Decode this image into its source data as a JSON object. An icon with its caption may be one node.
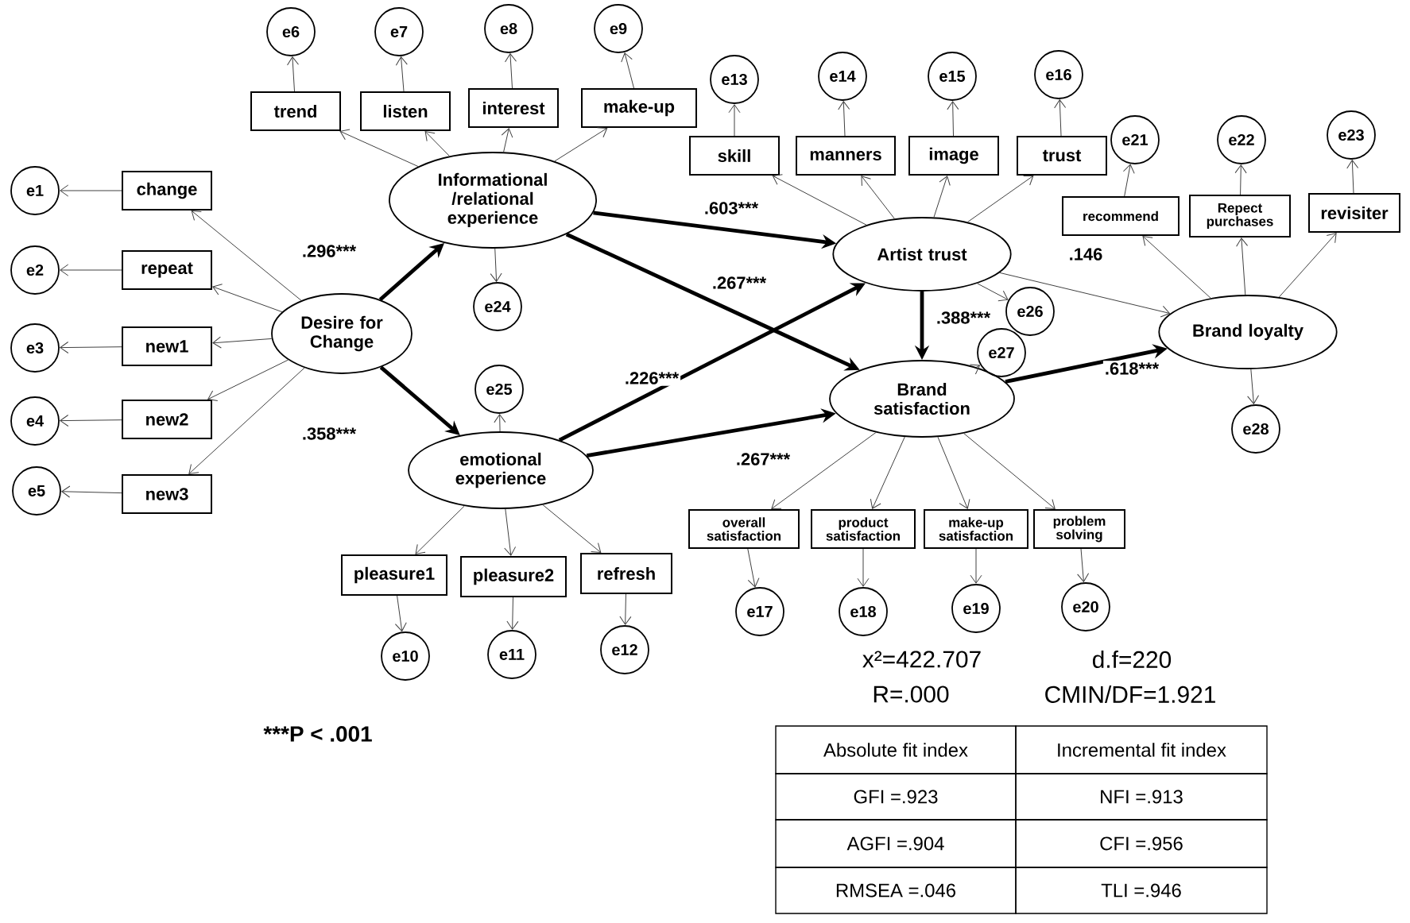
{
  "diagram": {
    "nodes": [
      {
        "text": [
          "Desire for Change"
        ]
      },
      {
        "text": [
          "Informational /relational experience"
        ]
      },
      {
        "text": [
          "emotional experience"
        ]
      },
      {
        "text": [
          "Artist trust"
        ]
      },
      {
        "text": [
          "Brand satisfaction"
        ]
      },
      {
        "text": [
          "Brand loyalty"
        ]
      },
      {
        "text": [
          "change"
        ]
      },
      {
        "text": [
          "repeat"
        ]
      },
      {
        "text": [
          "new1"
        ]
      },
      {
        "text": [
          "new2"
        ]
      },
      {
        "text": [
          "new3"
        ]
      },
      {
        "text": [
          "trend"
        ]
      },
      {
        "text": [
          "listen"
        ]
      },
      {
        "text": [
          "interest"
        ]
      },
      {
        "text": [
          "make-up"
        ]
      },
      {
        "text": [
          "skill"
        ]
      },
      {
        "text": [
          "manners"
        ]
      },
      {
        "text": [
          "image"
        ]
      },
      {
        "text": [
          "trust"
        ]
      },
      {
        "text": [
          "recommend"
        ]
      },
      {
        "text": [
          "Repect purchases"
        ]
      },
      {
        "text": [
          "revisiter"
        ]
      },
      {
        "text": [
          "pleasure1"
        ]
      },
      {
        "text": [
          "pleasure2"
        ]
      },
      {
        "text": [
          "refresh"
        ]
      },
      {
        "text": [
          "overall satisfaction"
        ]
      },
      {
        "text": [
          "product satisfaction"
        ]
      },
      {
        "text": [
          "make-up satisfaction"
        ]
      },
      {
        "text": [
          "problem solving"
        ]
      },
      {
        "text": [
          "e1"
        ]
      },
      {
        "text": [
          "e2"
        ]
      },
      {
        "text": [
          "e3"
        ]
      },
      {
        "text": [
          "e4"
        ]
      },
      {
        "text": [
          "e5"
        ]
      },
      {
        "text": [
          "e6"
        ]
      },
      {
        "text": [
          "e7"
        ]
      },
      {
        "text": [
          "e8"
        ]
      },
      {
        "text": [
          "e9"
        ]
      },
      {
        "text": [
          "e10"
        ]
      },
      {
        "text": [
          "e11"
        ]
      },
      {
        "text": [
          "e12"
        ]
      },
      {
        "text": [
          "e13"
        ]
      },
      {
        "text": [
          "e14"
        ]
      },
      {
        "text": [
          "e15"
        ]
      },
      {
        "text": [
          "e16"
        ]
      },
      {
        "text": [
          "e17"
        ]
      },
      {
        "text": [
          "e18"
        ]
      },
      {
        "text": [
          "e19"
        ]
      },
      {
        "text": [
          "e20"
        ]
      },
      {
        "text": [
          "e21"
        ]
      },
      {
        "text": [
          "e22"
        ]
      },
      {
        "text": [
          "e23"
        ]
      },
      {
        "text": [
          "e24"
        ]
      },
      {
        "text": [
          "e25"
        ]
      },
      {
        "text": [
          "e26"
        ]
      },
      {
        "text": [
          "e27"
        ]
      },
      {
        "text": [
          "e28"
        ]
      }
    ],
    "edges": [
      {
        "from": 0,
        "to": 1,
        "arrow": "to",
        "label": ".296***",
        "style": "thick"
      },
      {
        "from": 0,
        "to": 2,
        "arrow": "to",
        "label": ".358***",
        "style": "thick"
      },
      {
        "from": 1,
        "to": 3,
        "arrow": "to",
        "label": ".603***",
        "style": "thick"
      },
      {
        "from": 1,
        "to": 4,
        "arrow": "to",
        "label": ".267***",
        "style": "thick"
      },
      {
        "from": 2,
        "to": 3,
        "arrow": "to",
        "label": ".226***",
        "style": "thick"
      },
      {
        "from": 2,
        "to": 4,
        "arrow": "to",
        "label": ".267***",
        "style": "thick"
      },
      {
        "from": 3,
        "to": 4,
        "arrow": "to",
        "label": ".388***",
        "style": "thick"
      },
      {
        "from": 3,
        "to": 5,
        "arrow": "to",
        "label": ".146"
      },
      {
        "from": 4,
        "to": 5,
        "arrow": "to",
        "label": ".618***",
        "style": "thick"
      },
      {
        "from": 0,
        "to": 6,
        "arrow": "to"
      },
      {
        "from": 0,
        "to": 7,
        "arrow": "to"
      },
      {
        "from": 0,
        "to": 8,
        "arrow": "to"
      },
      {
        "from": 0,
        "to": 9,
        "arrow": "to"
      },
      {
        "from": 0,
        "to": 10,
        "arrow": "to"
      },
      {
        "from": 1,
        "to": 11,
        "arrow": "to"
      },
      {
        "from": 1,
        "to": 12,
        "arrow": "to"
      },
      {
        "from": 1,
        "to": 13,
        "arrow": "to"
      },
      {
        "from": 1,
        "to": 14,
        "arrow": "to"
      },
      {
        "from": 3,
        "to": 15,
        "arrow": "to"
      },
      {
        "from": 3,
        "to": 16,
        "arrow": "to"
      },
      {
        "from": 3,
        "to": 17,
        "arrow": "to"
      },
      {
        "from": 3,
        "to": 18,
        "arrow": "to"
      },
      {
        "from": 5,
        "to": 19,
        "arrow": "to"
      },
      {
        "from": 5,
        "to": 20,
        "arrow": "to"
      },
      {
        "from": 5,
        "to": 21,
        "arrow": "to"
      },
      {
        "from": 2,
        "to": 22,
        "arrow": "to"
      },
      {
        "from": 2,
        "to": 23,
        "arrow": "to"
      },
      {
        "from": 2,
        "to": 24,
        "arrow": "to"
      },
      {
        "from": 4,
        "to": 25,
        "arrow": "to"
      },
      {
        "from": 4,
        "to": 26,
        "arrow": "to"
      },
      {
        "from": 4,
        "to": 27,
        "arrow": "to"
      },
      {
        "from": 4,
        "to": 28,
        "arrow": "to"
      },
      {
        "from": 6,
        "to": 29,
        "arrow": "to"
      },
      {
        "from": 7,
        "to": 30,
        "arrow": "to"
      },
      {
        "from": 8,
        "to": 31,
        "arrow": "to"
      },
      {
        "from": 9,
        "to": 32,
        "arrow": "to"
      },
      {
        "from": 10,
        "to": 33,
        "arrow": "to"
      },
      {
        "from": 11,
        "to": 34,
        "arrow": "to"
      },
      {
        "from": 12,
        "to": 35,
        "arrow": "to"
      },
      {
        "from": 13,
        "to": 36,
        "arrow": "to"
      },
      {
        "from": 14,
        "to": 37,
        "arrow": "to"
      },
      {
        "from": 22,
        "to": 38,
        "arrow": "to"
      },
      {
        "from": 23,
        "to": 39,
        "arrow": "to"
      },
      {
        "from": 24,
        "to": 40,
        "arrow": "to"
      },
      {
        "from": 15,
        "to": 41,
        "arrow": "to"
      },
      {
        "from": 16,
        "to": 42,
        "arrow": "to"
      },
      {
        "from": 17,
        "to": 43,
        "arrow": "to"
      },
      {
        "from": 18,
        "to": 44,
        "arrow": "to"
      },
      {
        "from": 25,
        "to": 45,
        "arrow": "to"
      },
      {
        "from": 26,
        "to": 46,
        "arrow": "to"
      },
      {
        "from": 27,
        "to": 47,
        "arrow": "to"
      },
      {
        "from": 28,
        "to": 48,
        "arrow": "to"
      },
      {
        "from": 19,
        "to": 49,
        "arrow": "to"
      },
      {
        "from": 20,
        "to": 50,
        "arrow": "to"
      },
      {
        "from": 21,
        "to": 51,
        "arrow": "to"
      },
      {
        "from": 1,
        "to": 52,
        "arrow": "to"
      },
      {
        "from": 2,
        "to": 53,
        "arrow": "to"
      },
      {
        "from": 3,
        "to": 54,
        "arrow": "to"
      },
      {
        "from": 4,
        "to": 55,
        "arrow": "to"
      },
      {
        "from": 5,
        "to": 56,
        "arrow": "to"
      }
    ],
    "labels": [
      "***P < .001",
      "x²=422.707",
      "d.f=220",
      "R=.000",
      "CMIN/DF=1.921",
      "Absolute fit index",
      "Incremental fit index",
      "GFI =.923",
      "NFI =.913",
      "AGFI =.904",
      "CFI =.956",
      "RMSEA =.046",
      "TLI =.946"
    ]
  }
}
